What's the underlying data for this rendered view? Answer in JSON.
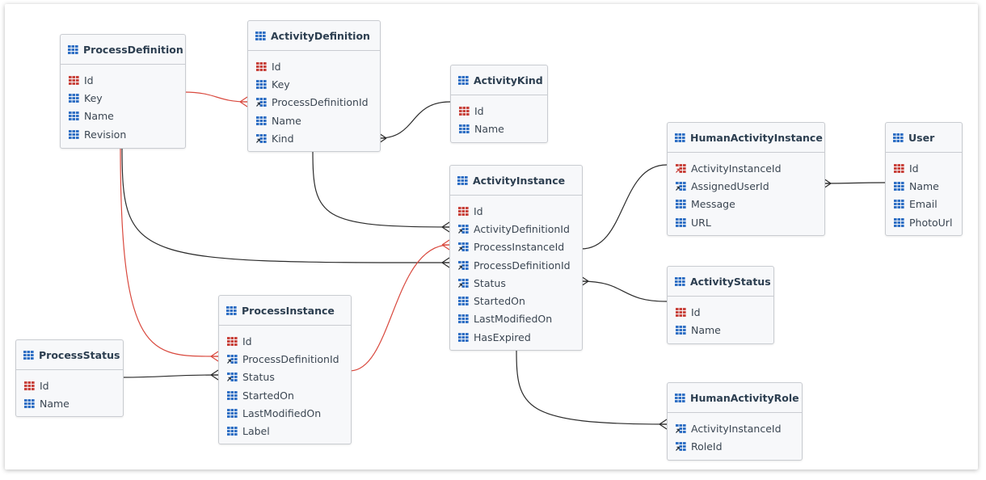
{
  "colors": {
    "pk": "#c8423b",
    "col": "#2f6fc4",
    "header_icon": "#2f6fc4",
    "edge_red": "#d9493e",
    "edge_dark": "#2b2b2b"
  },
  "entities": {
    "processDefinition": {
      "name": "ProcessDefinition",
      "fields": [
        {
          "name": "Id",
          "kind": "pk"
        },
        {
          "name": "Key",
          "kind": "col"
        },
        {
          "name": "Name",
          "kind": "col"
        },
        {
          "name": "Revision",
          "kind": "col"
        }
      ]
    },
    "activityDefinition": {
      "name": "ActivityDefinition",
      "fields": [
        {
          "name": "Id",
          "kind": "pk"
        },
        {
          "name": "Key",
          "kind": "col"
        },
        {
          "name": "ProcessDefinitionId",
          "kind": "fk"
        },
        {
          "name": "Name",
          "kind": "col"
        },
        {
          "name": "Kind",
          "kind": "fk"
        }
      ]
    },
    "activityKind": {
      "name": "ActivityKind",
      "fields": [
        {
          "name": "Id",
          "kind": "pk"
        },
        {
          "name": "Name",
          "kind": "col"
        }
      ]
    },
    "humanActivityInstance": {
      "name": "HumanActivityInstance",
      "fields": [
        {
          "name": "ActivityInstanceId",
          "kind": "pkfk"
        },
        {
          "name": "AssignedUserId",
          "kind": "fk"
        },
        {
          "name": "Message",
          "kind": "col"
        },
        {
          "name": "URL",
          "kind": "col"
        }
      ]
    },
    "user": {
      "name": "User",
      "fields": [
        {
          "name": "Id",
          "kind": "pk"
        },
        {
          "name": "Name",
          "kind": "col"
        },
        {
          "name": "Email",
          "kind": "col"
        },
        {
          "name": "PhotoUrl",
          "kind": "col"
        }
      ]
    },
    "activityInstance": {
      "name": "ActivityInstance",
      "fields": [
        {
          "name": "Id",
          "kind": "pk"
        },
        {
          "name": "ActivityDefinitionId",
          "kind": "fk"
        },
        {
          "name": "ProcessInstanceId",
          "kind": "fk"
        },
        {
          "name": "ProcessDefinitionId",
          "kind": "fk"
        },
        {
          "name": "Status",
          "kind": "fk"
        },
        {
          "name": "StartedOn",
          "kind": "col"
        },
        {
          "name": "LastModifiedOn",
          "kind": "col"
        },
        {
          "name": "HasExpired",
          "kind": "col"
        }
      ]
    },
    "activityStatus": {
      "name": "ActivityStatus",
      "fields": [
        {
          "name": "Id",
          "kind": "pk"
        },
        {
          "name": "Name",
          "kind": "col"
        }
      ]
    },
    "processInstance": {
      "name": "ProcessInstance",
      "fields": [
        {
          "name": "Id",
          "kind": "pk"
        },
        {
          "name": "ProcessDefinitionId",
          "kind": "fk"
        },
        {
          "name": "Status",
          "kind": "fk"
        },
        {
          "name": "StartedOn",
          "kind": "col"
        },
        {
          "name": "LastModifiedOn",
          "kind": "col"
        },
        {
          "name": "Label",
          "kind": "col"
        }
      ]
    },
    "processStatus": {
      "name": "ProcessStatus",
      "fields": [
        {
          "name": "Id",
          "kind": "pk"
        },
        {
          "name": "Name",
          "kind": "col"
        }
      ]
    },
    "humanActivityRole": {
      "name": "HumanActivityRole",
      "fields": [
        {
          "name": "ActivityInstanceId",
          "kind": "fk"
        },
        {
          "name": "RoleId",
          "kind": "fk"
        }
      ]
    }
  },
  "relations": [
    {
      "from": "ProcessDefinition.Id",
      "to": "ActivityDefinition.ProcessDefinitionId",
      "color": "edge_red"
    },
    {
      "from": "ActivityKind.Id",
      "to": "ActivityDefinition.Kind",
      "color": "edge_dark"
    },
    {
      "from": "ActivityDefinition.Id",
      "to": "ActivityInstance.ActivityDefinitionId",
      "color": "edge_dark"
    },
    {
      "from": "ProcessDefinition.Id",
      "to": "ActivityInstance.ProcessDefinitionId",
      "color": "edge_dark"
    },
    {
      "from": "ProcessDefinition.Id",
      "to": "ProcessInstance.ProcessDefinitionId",
      "color": "edge_red"
    },
    {
      "from": "ProcessInstance.Id",
      "to": "ActivityInstance.ProcessInstanceId",
      "color": "edge_red"
    },
    {
      "from": "ActivityInstance.Id",
      "to": "HumanActivityInstance.ActivityInstanceId",
      "color": "edge_dark"
    },
    {
      "from": "User.Id",
      "to": "HumanActivityInstance.AssignedUserId",
      "color": "edge_dark"
    },
    {
      "from": "ActivityStatus.Id",
      "to": "ActivityInstance.Status",
      "color": "edge_dark"
    },
    {
      "from": "ProcessStatus.Id",
      "to": "ProcessInstance.Status",
      "color": "edge_dark"
    },
    {
      "from": "ActivityInstance.Id",
      "to": "HumanActivityRole.ActivityInstanceId",
      "color": "edge_dark"
    }
  ]
}
